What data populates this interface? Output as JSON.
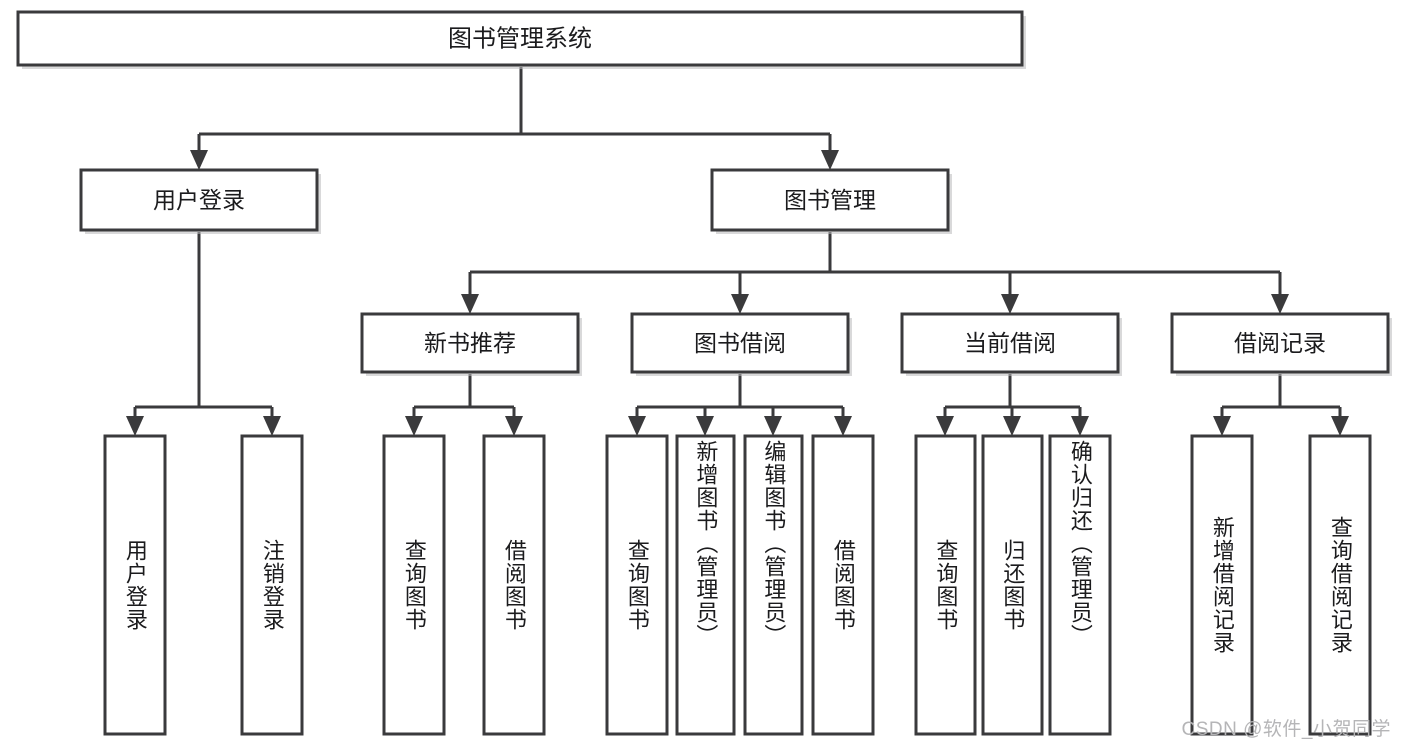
{
  "diagram": {
    "type": "tree-hierarchy-chart",
    "title": "图书管理系统",
    "orientation": "top-down",
    "colors": {
      "box_fill": "#ffffff",
      "box_stroke": "#3a3a3c",
      "connector": "#3a3a3c",
      "text": "#1b1b1d",
      "watermark": "#b5b5b7",
      "background": "#ffffff"
    },
    "root": {
      "id": "root",
      "label": "图书管理系统",
      "text_direction": "horizontal"
    },
    "level1": [
      {
        "id": "user-login",
        "label": "用户登录",
        "text_direction": "horizontal"
      },
      {
        "id": "book-management",
        "label": "图书管理",
        "text_direction": "horizontal"
      }
    ],
    "level2": [
      {
        "id": "new-book-recommend",
        "label": "新书推荐",
        "parent": "book-management",
        "text_direction": "horizontal"
      },
      {
        "id": "book-borrow",
        "label": "图书借阅",
        "parent": "book-management",
        "text_direction": "horizontal"
      },
      {
        "id": "current-borrow",
        "label": "当前借阅",
        "parent": "book-management",
        "text_direction": "horizontal"
      },
      {
        "id": "borrow-record",
        "label": "借阅记录",
        "parent": "book-management",
        "text_direction": "horizontal"
      }
    ],
    "leaves": [
      {
        "id": "leaf-user-login",
        "label": "用户登录",
        "parent": "user-login",
        "text_direction": "vertical"
      },
      {
        "id": "leaf-user-logout",
        "label": "注销登录",
        "parent": "user-login",
        "text_direction": "vertical"
      },
      {
        "id": "leaf-query-book-rec",
        "label": "查询图书",
        "parent": "new-book-recommend",
        "text_direction": "vertical"
      },
      {
        "id": "leaf-borrow-book-rec",
        "label": "借阅图书",
        "parent": "new-book-recommend",
        "text_direction": "vertical"
      },
      {
        "id": "leaf-query-book-borrow",
        "label": "查询图书",
        "parent": "book-borrow",
        "text_direction": "vertical"
      },
      {
        "id": "leaf-add-book-admin",
        "label": "新增图书（管理员）",
        "parent": "book-borrow",
        "text_direction": "vertical"
      },
      {
        "id": "leaf-edit-book-admin",
        "label": "编辑图书（管理员）",
        "parent": "book-borrow",
        "text_direction": "vertical"
      },
      {
        "id": "leaf-borrow-book",
        "label": "借阅图书",
        "parent": "book-borrow",
        "text_direction": "vertical"
      },
      {
        "id": "leaf-query-book-current",
        "label": "查询图书",
        "parent": "current-borrow",
        "text_direction": "vertical"
      },
      {
        "id": "leaf-return-book",
        "label": "归还图书",
        "parent": "current-borrow",
        "text_direction": "vertical"
      },
      {
        "id": "leaf-confirm-return-admin",
        "label": "确认归还（管理员）",
        "parent": "current-borrow",
        "text_direction": "vertical"
      },
      {
        "id": "leaf-add-borrow-record",
        "label": "新增借阅记录",
        "parent": "borrow-record",
        "text_direction": "vertical"
      },
      {
        "id": "leaf-query-borrow-record",
        "label": "查询借阅记录",
        "parent": "borrow-record",
        "text_direction": "vertical"
      }
    ]
  },
  "watermark": {
    "text": "CSDN @软件_小贺同学"
  }
}
